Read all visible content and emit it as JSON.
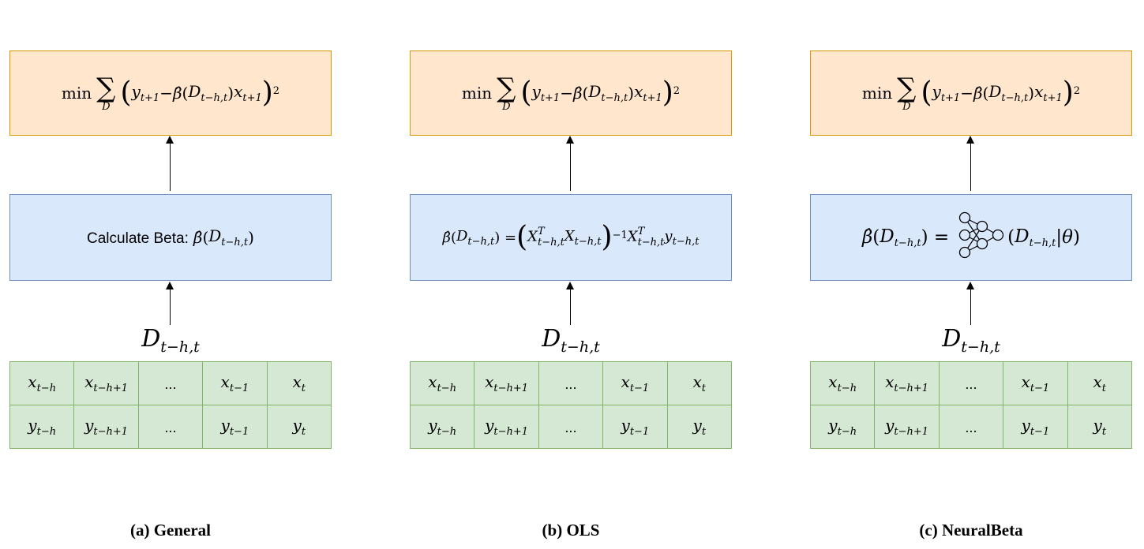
{
  "colors": {
    "objective_fill": "#ffe6cc",
    "objective_border": "#d79b00",
    "beta_fill": "#dae8fc",
    "beta_border": "#6c8ebf",
    "data_fill": "#d5e8d4",
    "data_border": "#82b366"
  },
  "objective": [
    {
      "v": "min",
      "k": "rm"
    },
    {
      "sum": "∑",
      "under": "D"
    },
    {
      "v": "(",
      "k": "big"
    },
    {
      "v": "y",
      "k": "it",
      "sub": "t+1"
    },
    {
      "v": " − ",
      "k": "rm"
    },
    {
      "v": "β̂",
      "k": "it"
    },
    {
      "v": "(",
      "k": "rm"
    },
    {
      "v": "D",
      "k": "it",
      "sub": "t−h,t"
    },
    {
      "v": ") ",
      "k": "rm"
    },
    {
      "v": "x",
      "k": "it",
      "sub": "t+1"
    },
    {
      "v": ")",
      "k": "big",
      "sup": "2"
    }
  ],
  "data_label": {
    "v": "D",
    "sub": "t−h,t"
  },
  "table": [
    [
      {
        "v": "x",
        "sub": "t−h"
      },
      {
        "v": "x",
        "sub": "t−h+1"
      },
      {
        "v": "...",
        "sub": ""
      },
      {
        "v": "x",
        "sub": "t−1"
      },
      {
        "v": "x",
        "sub": "t"
      }
    ],
    [
      {
        "v": "y",
        "sub": "t−h"
      },
      {
        "v": "y",
        "sub": "t−h+1"
      },
      {
        "v": "...",
        "sub": ""
      },
      {
        "v": "y",
        "sub": "t−1"
      },
      {
        "v": "y",
        "sub": "t"
      }
    ]
  ],
  "panels": [
    {
      "caption": "(a) General",
      "beta": [
        {
          "v": "Calculate Beta:",
          "k": "sans"
        },
        {
          "v": "β̂",
          "k": "it"
        },
        {
          "v": "(",
          "k": "rm"
        },
        {
          "v": "D",
          "k": "it",
          "sub": "t−h,t"
        },
        {
          "v": ")",
          "k": "rm"
        }
      ]
    },
    {
      "caption": "(b) OLS",
      "beta": [
        {
          "v": "β̂",
          "k": "it"
        },
        {
          "v": "(",
          "k": "rm"
        },
        {
          "v": "D",
          "k": "it",
          "sub": "t−h,t"
        },
        {
          "v": ") = ",
          "k": "rm"
        },
        {
          "v": "(",
          "k": "big"
        },
        {
          "v": "X",
          "k": "it",
          "sup": "T",
          "sub": "t−h,t"
        },
        {
          "v": "X",
          "k": "it",
          "sub": "t−h,t"
        },
        {
          "v": ")",
          "k": "big",
          "sup": "−1"
        },
        {
          "v": "X",
          "k": "it",
          "sup": "T",
          "sub": "t−h,t"
        },
        {
          "v": "y",
          "k": "it",
          "sub": "t−h,t"
        }
      ]
    },
    {
      "caption": "(c) NeuralBeta",
      "beta": [
        {
          "v": "β̂",
          "k": "it"
        },
        {
          "v": "(",
          "k": "rm"
        },
        {
          "v": "D",
          "k": "it",
          "sub": "t−h,t"
        },
        {
          "v": ") =",
          "k": "rm"
        },
        {
          "nn": "neural-network-icon"
        },
        {
          "v": "(",
          "k": "rm"
        },
        {
          "v": "D",
          "k": "it",
          "sub": "t−h,t"
        },
        {
          "v": " | ",
          "k": "rm"
        },
        {
          "v": "θ",
          "k": "it"
        },
        {
          "v": ")",
          "k": "rm"
        }
      ]
    }
  ]
}
